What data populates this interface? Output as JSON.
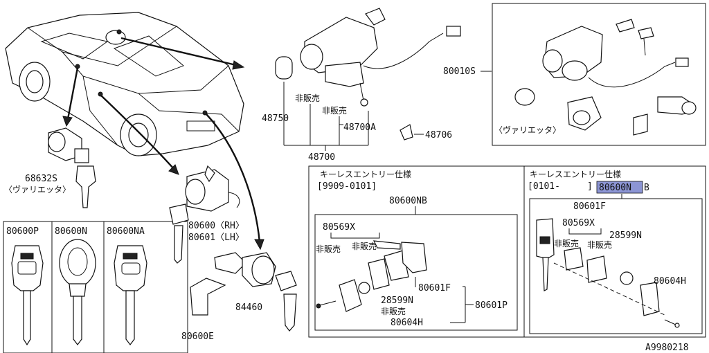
{
  "labels": {
    "p68632s": "68632S",
    "variety_left": "〈ヴァリエッタ〉",
    "p80600p": "80600P",
    "p80600n": "80600N",
    "p80600na": "80600NA",
    "p48750": "48750",
    "p48700a": "48700A",
    "p48700": "48700",
    "p48706": "48706",
    "not_for_sale_1": "非販売",
    "not_for_sale_2": "非販売",
    "p80600rh": "80600〈RH〉",
    "p80601lh": "80601〈LH〉",
    "p84460": "84460",
    "p80600e": "80600E",
    "p80010s": "80010S",
    "variety_right": "〈ヴァリエッタ〉",
    "keyless_title_1": "キーレスエントリー仕様",
    "keyless_period_1": "[9909-0101]",
    "p80600nb_1": "80600NB",
    "p80569x_1": "80569X",
    "nfs_3": "非販売",
    "nfs_4": "非販売",
    "p80601f_1": "80601F",
    "p28599n_1": "28599N",
    "nfs_5": "非販売",
    "p80601p": "80601P",
    "p80604h_1": "80604H",
    "keyless_title_2": "キーレスエントリー仕様",
    "keyless_period_2": "[0101-",
    "keyless_period_2_end": "]",
    "p80600nb_2": "80600N",
    "p80600nb_2_suffix": "B",
    "p80601f_2": "80601F",
    "p80569x_2": "80569X",
    "nfs_6": "非販売",
    "nfs_7": "非販売",
    "p28599n_2": "28599N",
    "p80604h_2": "80604H",
    "diagram_id": "A9980218"
  },
  "colors": {
    "highlight": "#8c95d4",
    "line": "#111111",
    "background": "#ffffff"
  }
}
